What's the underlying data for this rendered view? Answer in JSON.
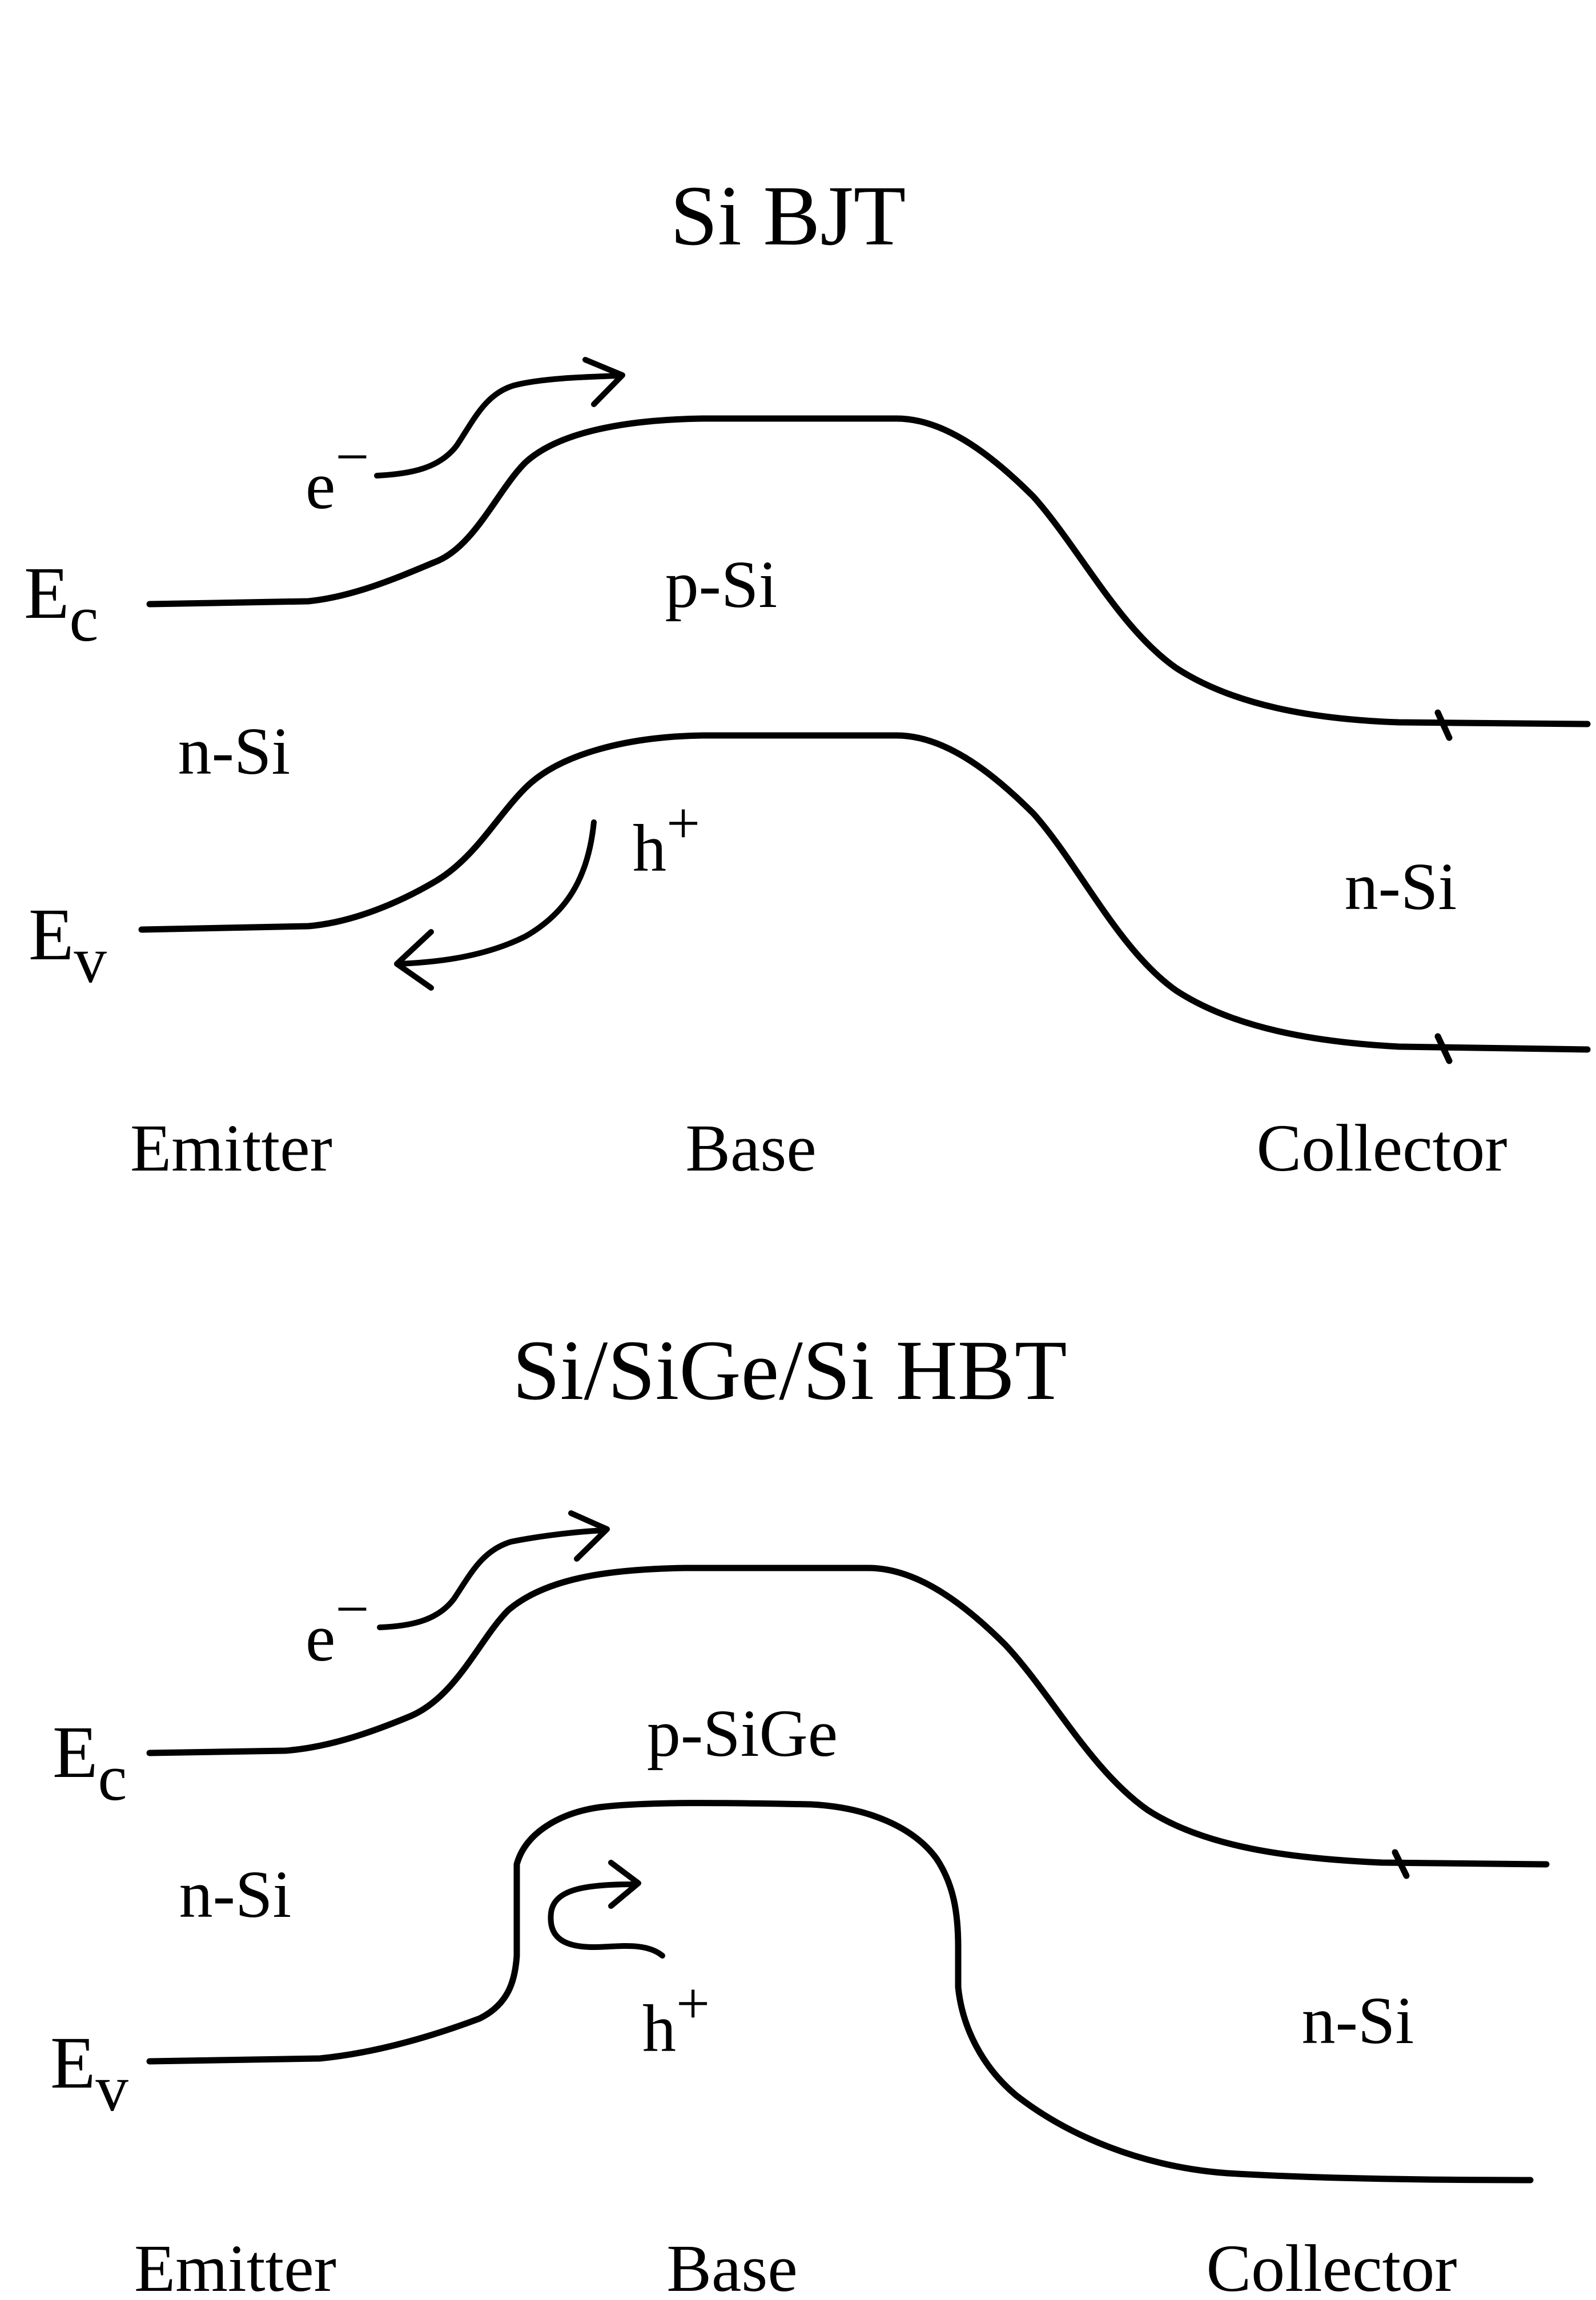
{
  "panels": [
    {
      "title": "Si  BJT",
      "ec_symbol": "E",
      "ec_subscript": "c",
      "ev_symbol": "E",
      "ev_subscript": "v",
      "electron": "e",
      "electron_sup": "−",
      "hole": "h",
      "hole_sup": "+",
      "emitter_material": "n-Si",
      "base_material": "p-Si",
      "collector_material": "n-Si",
      "emitter_label": "Emitter",
      "base_label": "Base",
      "collector_label": "Collector"
    },
    {
      "title": "Si/SiGe/Si  HBT",
      "ec_symbol": "E",
      "ec_subscript": "c",
      "ev_symbol": "E",
      "ev_subscript": "v",
      "electron": "e",
      "electron_sup": "−",
      "hole": "h",
      "hole_sup": "+",
      "emitter_material": "n-Si",
      "base_material": "p-SiGe",
      "collector_material": "n-Si",
      "emitter_label": "Emitter",
      "base_label": "Base",
      "collector_label": "Collector"
    }
  ]
}
